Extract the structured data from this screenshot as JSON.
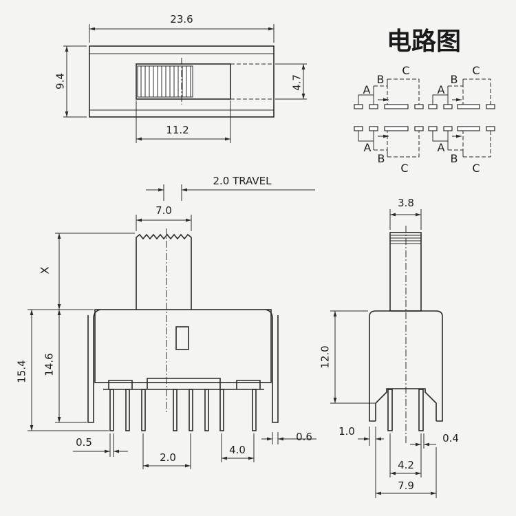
{
  "title": "电路图",
  "labels": {
    "a": "A",
    "b": "B",
    "c": "C",
    "x": "X"
  },
  "dimensions": {
    "top_width": "23.6",
    "top_height": "9.4",
    "slot_height": "4.7",
    "slot_width": "11.2",
    "travel": "2.0 TRAVEL",
    "actuator_width": "7.0",
    "total_height": "15.4",
    "body_height": "14.6",
    "pin_width": "0.5",
    "pin_pitch": "2.0",
    "lug_pitch": "4.0",
    "lug_thickness": "0.6",
    "side_actuator": "3.8",
    "side_height": "12.0",
    "side_lug": "1.0",
    "side_pin": "0.4",
    "side_pin_span": "4.2",
    "side_total": "7.9"
  }
}
